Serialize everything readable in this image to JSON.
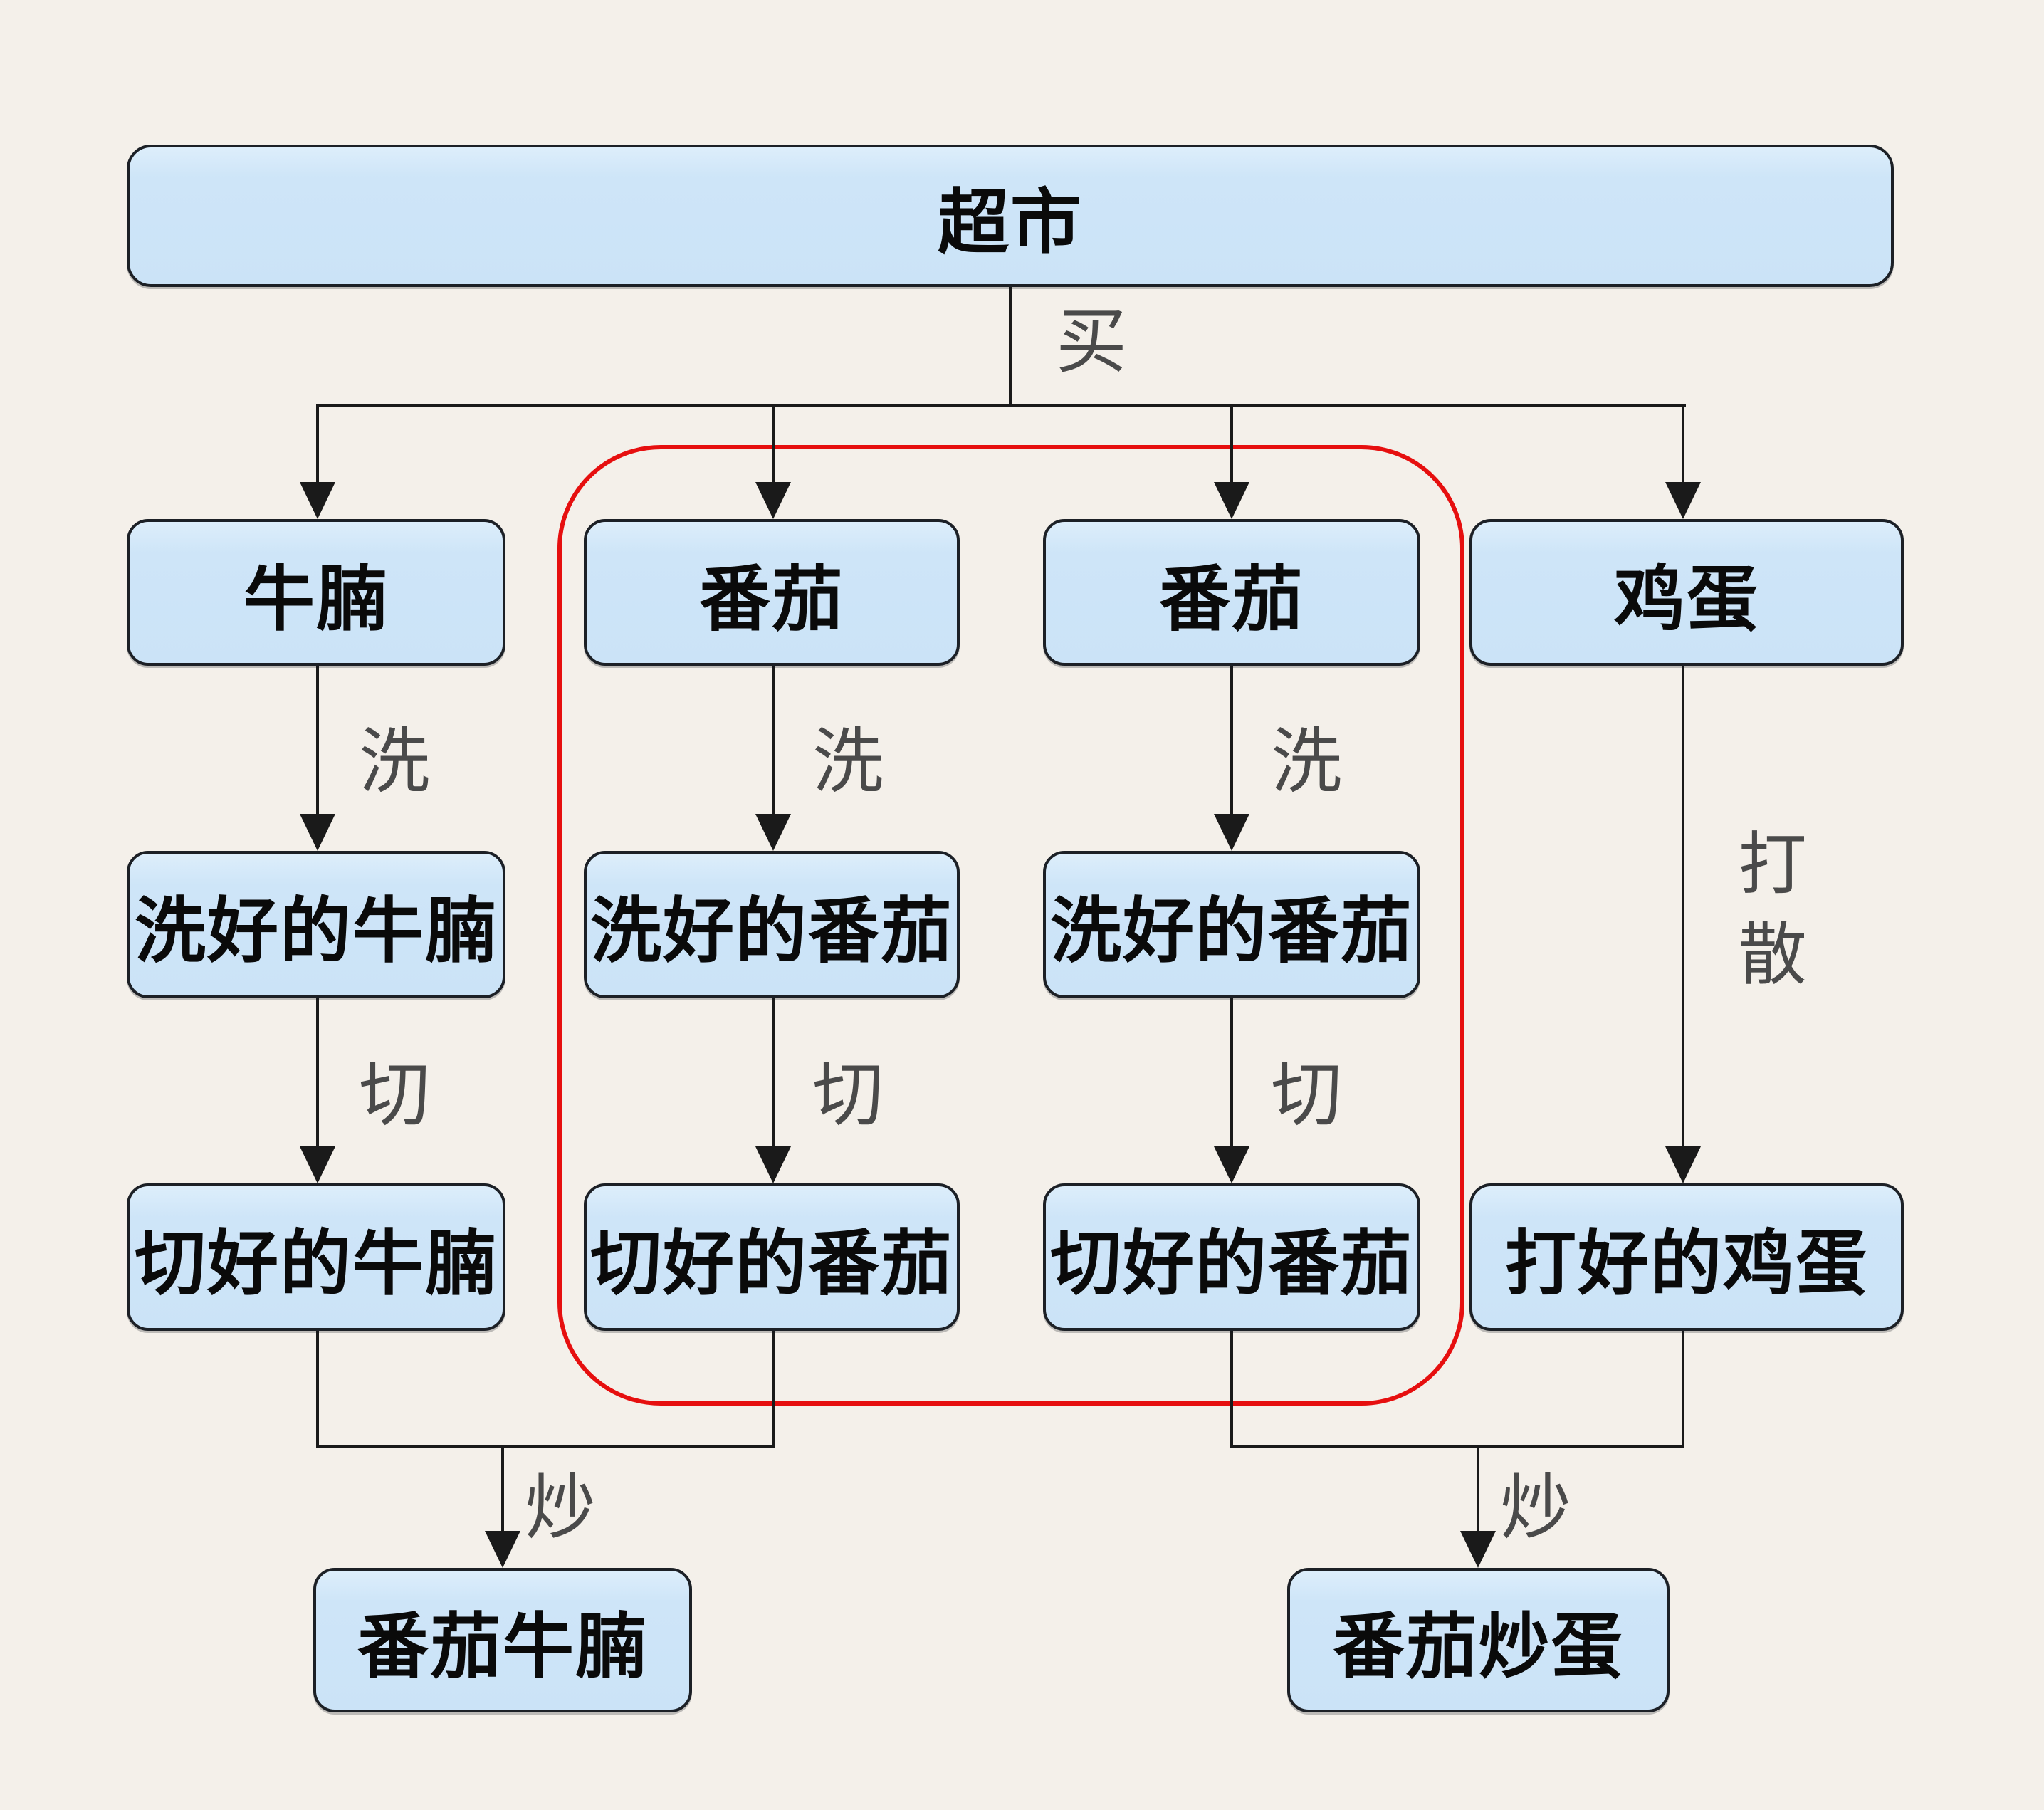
{
  "diagram": {
    "title_hint": "cooking flowchart",
    "colors": {
      "background": "#f4f0ea",
      "node_fill": "#cee5f8",
      "node_border": "#1c2026",
      "node_text": "#0a0a0a",
      "edge_line": "#1a1a1a",
      "edge_label_text": "#4a4a4a",
      "highlight_stroke": "#e60f0f"
    },
    "nodes": {
      "supermarket": "超市",
      "beef": "牛腩",
      "tomato_left": "番茄",
      "tomato_right": "番茄",
      "egg": "鸡蛋",
      "washed_beef": "洗好的牛腩",
      "washed_tomato_left": "洗好的番茄",
      "washed_tomato_right": "洗好的番茄",
      "cut_beef": "切好的牛腩",
      "cut_tomato_left": "切好的番茄",
      "cut_tomato_right": "切好的番茄",
      "beaten_egg": "打好的鸡蛋",
      "tomato_beef_dish": "番茄牛腩",
      "tomato_egg_dish": "番茄炒蛋"
    },
    "edge_labels": {
      "buy": "买",
      "wash_1": "洗",
      "wash_2": "洗",
      "wash_3": "洗",
      "beat": "打散",
      "cut_1": "切",
      "cut_2": "切",
      "cut_3": "切",
      "fry_left": "炒",
      "fry_right": "炒"
    }
  }
}
